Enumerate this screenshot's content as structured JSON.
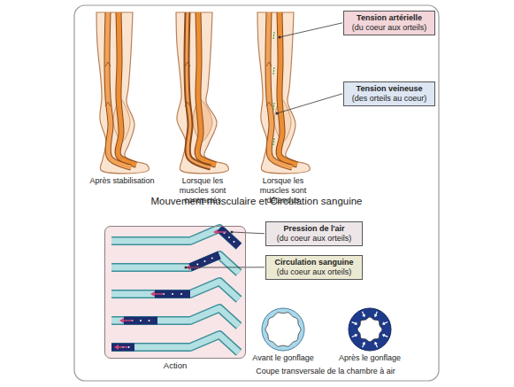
{
  "diagram": {
    "title": "Mouvement musculaire et Circulation sanguine",
    "nodes": [
      {
        "text": [
          "Tension artérielle",
          "(du coeur aux orteils)"
        ]
      },
      {
        "text": [
          "Tension veineuse",
          "(des orteils au coeur)"
        ]
      },
      {
        "text": [
          "Action"
        ]
      },
      {
        "text": [
          "Pression de l'air",
          "(du coeur aux orteils)"
        ]
      },
      {
        "text": [
          "Circulation sanguine",
          "(du coeur aux orteils)"
        ]
      }
    ],
    "labels": [
      "Après stabilisation",
      "Lorsque les muscles sont contractés",
      "Lorsque les muscles sont détendus",
      "Avant le gonflage",
      "Après le gonflage",
      "Coupe transversale de la chambre à air"
    ]
  }
}
